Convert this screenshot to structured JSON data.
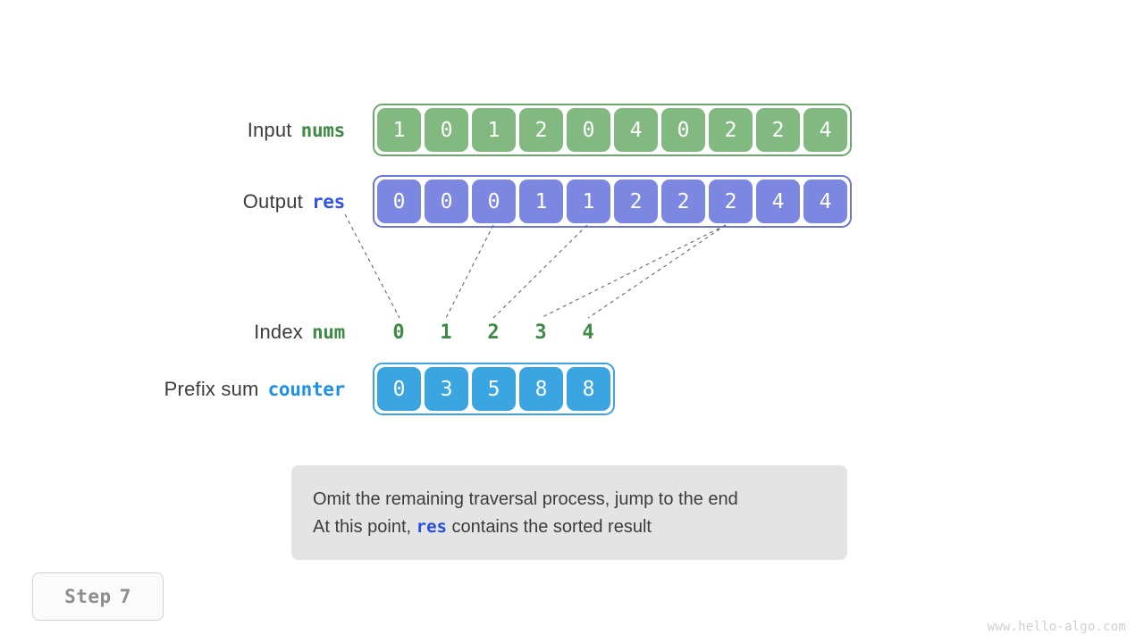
{
  "rows": {
    "input": {
      "label": "Input",
      "var": "nums",
      "values": [
        "1",
        "0",
        "1",
        "2",
        "0",
        "4",
        "0",
        "2",
        "2",
        "4"
      ],
      "color": "#82b980",
      "border_color": "#6aa86a"
    },
    "output": {
      "label": "Output",
      "var": "res",
      "values": [
        "0",
        "0",
        "0",
        "1",
        "1",
        "2",
        "2",
        "2",
        "4",
        "4"
      ],
      "color": "#7b87e0",
      "border_color": "#6a76d8"
    },
    "index": {
      "label": "Index",
      "var": "num",
      "values": [
        "0",
        "1",
        "2",
        "3",
        "4"
      ],
      "color": "#3f8a46"
    },
    "prefix": {
      "label": "Prefix sum",
      "var": "counter",
      "values": [
        "0",
        "3",
        "5",
        "8",
        "8"
      ],
      "color": "#3aa5e0",
      "border_color": "#3aa5e0"
    }
  },
  "caption": {
    "line1": "Omit the remaining traversal process, jump to the end",
    "line2_before": "At this point, ",
    "line2_code": "res",
    "line2_after": " contains the sorted result"
  },
  "step": {
    "label": "Step",
    "number": "7"
  },
  "watermark": "www.hello-algo.com"
}
